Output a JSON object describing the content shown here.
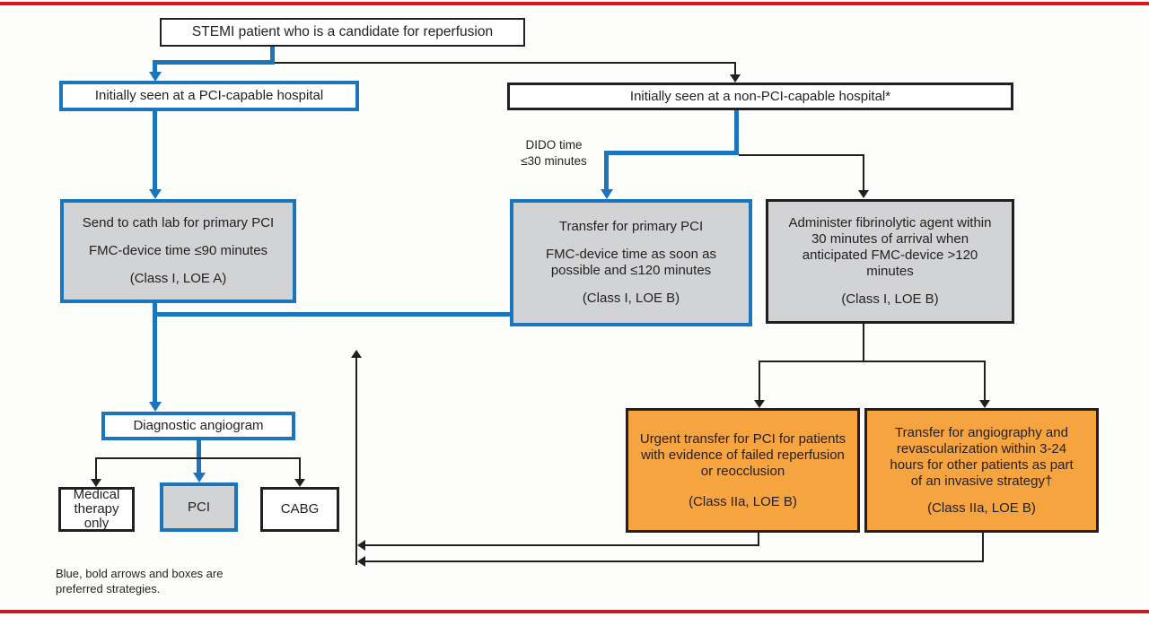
{
  "palette": {
    "blue": "#1b75bc",
    "gray": "#d1d3d4",
    "orange": "#f6a440",
    "line": "#231f20",
    "red_top": "#dd1522",
    "red_bottom": "#bd2026"
  },
  "boxes": {
    "stemi": {
      "text": "STEMI patient who is a candidate for reperfusion"
    },
    "pci_capable": {
      "text": "Initially seen at a PCI-capable hospital"
    },
    "non_pci_capable": {
      "text": "Initially seen at a non-PCI-capable hospital*"
    },
    "send_cath_lab": {
      "line1": "Send to cath lab for primary PCI",
      "line2": "FMC-device time ≤90 minutes",
      "class_loe": "(Class I, LOE A)"
    },
    "transfer_primary_pci": {
      "line1": "Transfer for primary PCI",
      "line2": "FMC-device time as soon as possible and ≤120 minutes",
      "class_loe": "(Class I, LOE B)"
    },
    "fibrinolytic": {
      "line1": "Administer fibrinolytic agent within 30 minutes of arrival when anticipated FMC-device >120 minutes",
      "class_loe": "(Class I, LOE B)"
    },
    "diagnostic_angiogram": {
      "text": "Diagnostic angiogram"
    },
    "medical_therapy": {
      "text": "Medical therapy only"
    },
    "pci": {
      "text": "PCI"
    },
    "cabg": {
      "text": "CABG"
    },
    "urgent_transfer": {
      "line1": "Urgent transfer for PCI for patients with evidence of failed reperfusion or reocclusion",
      "class_loe": "(Class IIa, LOE B)"
    },
    "transfer_angiography": {
      "line1": "Transfer for angiography and revascularization within 3-24 hours for other patients as part of an invasive strategy†",
      "class_loe": "(Class IIa, LOE B)"
    }
  },
  "labels": {
    "dido": {
      "line1": "DIDO time",
      "line2": "≤30 minutes"
    },
    "footnote": {
      "line1": "Blue, bold arrows and boxes are",
      "line2": "preferred strategies."
    }
  }
}
